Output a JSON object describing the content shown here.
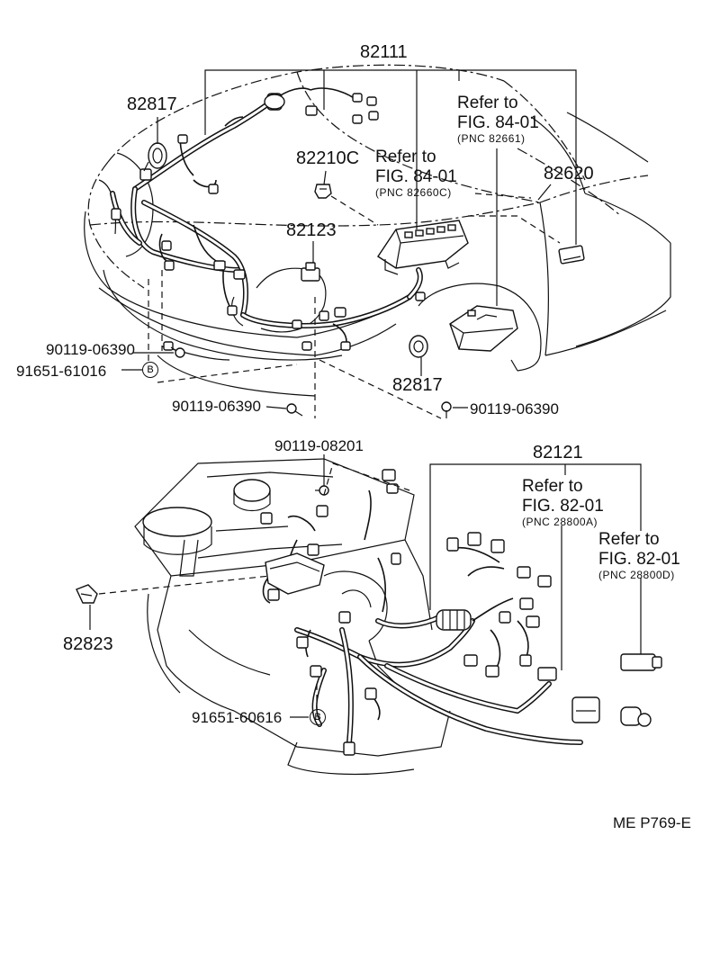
{
  "diagram_code": "ME P769-E",
  "upper": {
    "main_harness": "82111",
    "clamp_left": "82817",
    "clamp_lower": "82817",
    "relay_part": "82210C",
    "relay_block_ref": {
      "line1": "Refer to",
      "line2": "FIG. 84-01",
      "pnc": "(PNC 82660C)"
    },
    "junction_block_ref": {
      "line1": "Refer to",
      "line2": "FIG. 84-01",
      "pnc": "(PNC 82661)"
    },
    "right_part": "82620",
    "center_part": "82123",
    "bolt_left": "90119-06390",
    "clip_left": "91651-61016",
    "clip_left_badge": "B",
    "bolt_center": "90119-06390",
    "bolt_right": "90119-06390"
  },
  "lower": {
    "bolt_top": "90119-08201",
    "engine_harness": "82121",
    "ref_a": {
      "line1": "Refer to",
      "line2": "FIG. 82-01",
      "pnc": "(PNC 28800A)"
    },
    "ref_d": {
      "line1": "Refer to",
      "line2": "FIG. 82-01",
      "pnc": "(PNC 28800D)"
    },
    "left_part": "82823",
    "clip": "91651-60616",
    "clip_badge": "B"
  }
}
